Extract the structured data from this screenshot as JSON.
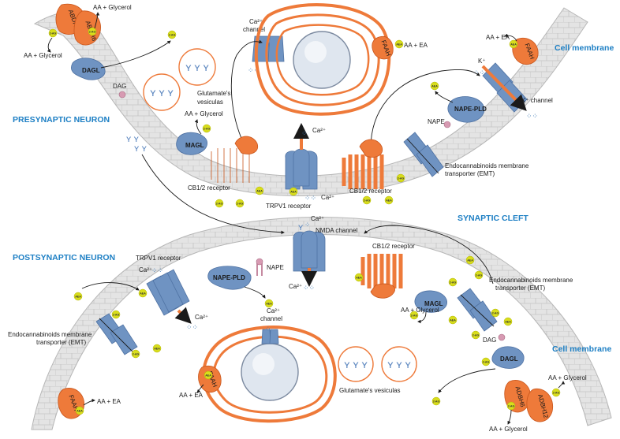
{
  "headers": {
    "presynaptic": "PRESYNAPTIC NEURON",
    "postsynaptic": "POSTSYNAPTIC NEURON",
    "synaptic_cleft": "SYNAPTIC CLEFT",
    "cell_membrane_top": "Cell membrane",
    "cell_membrane_bottom": "Cell membrane"
  },
  "enzymes": {
    "abdh12": "ABDH12",
    "abdh6": "ABDH6",
    "faah": "FAAH",
    "dagl": "DAGL",
    "magl": "MAGL",
    "nape_pld": "NAPE-PLD",
    "adbh6": "ADBH6",
    "adbh12": "ADBH12"
  },
  "labels": {
    "aa_glycerol": "AA + Glycerol",
    "aa_ea": "AA + EA",
    "dag": "DAG",
    "nape": "NAPE",
    "ca2_channel": "Ca²⁺\nchannel",
    "ca2": "Ca²⁺",
    "glutamate_vesiculas": "Glutamate's\nvesiculas",
    "glutamate_vesiculas_inline": "Glutamate's  vesiculas",
    "cb12_receptor": "CB1/2 receptor",
    "trpv1_receptor": "TRPV1 receptor",
    "k_channel": "K⁺ channel",
    "k_ion": "K⁺",
    "emt": "Endocannabinoids membrane\ntransporter (EMT)",
    "nmda_channel": "NMDA channel"
  },
  "molecules": {
    "two_ag": "2-AG",
    "aea": "AEA"
  },
  "colors": {
    "header_blue": "#1d7fc4",
    "protein_blue": "#6f93c2",
    "protein_orange": "#ee7a3a",
    "molecule_yellow": "#d8dd1c",
    "membrane_gray": "#e3e3e3"
  }
}
